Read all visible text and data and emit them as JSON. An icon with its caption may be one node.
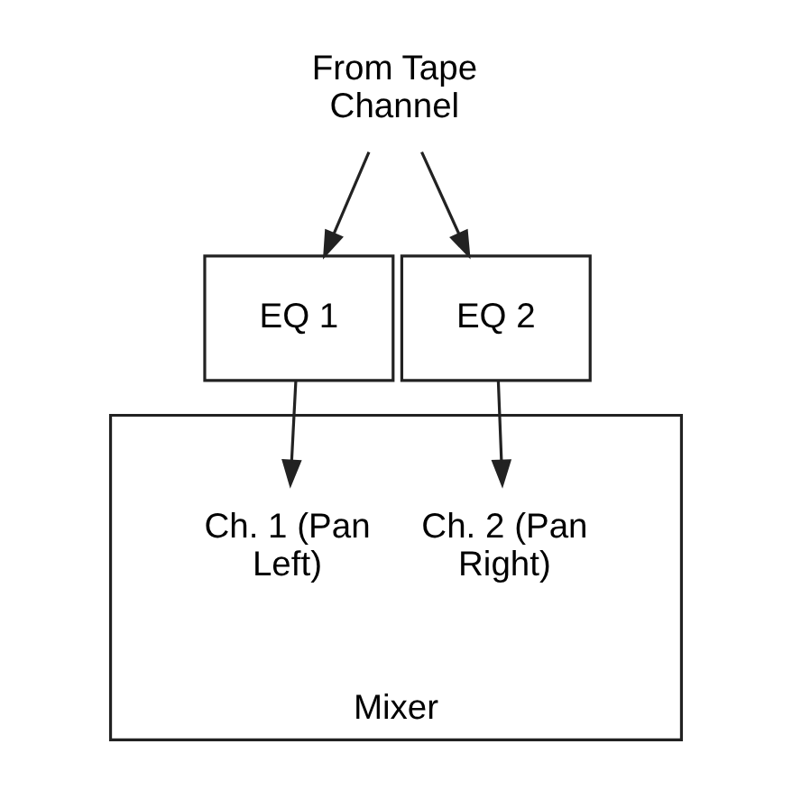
{
  "diagram": {
    "nodes": [
      {
        "text": [
          "From Tape Channel"
        ]
      },
      {
        "text": [
          "EQ 1"
        ]
      },
      {
        "text": [
          "EQ 2"
        ]
      },
      {
        "text": [
          "Mixer"
        ]
      },
      {
        "text": [
          "Ch. 1 (Pan Left)"
        ],
        "in": 3
      },
      {
        "text": [
          "Ch. 2 (Pan Right)"
        ],
        "in": 3
      }
    ],
    "edges": [
      {
        "from": 0,
        "to": 1,
        "arrow": "to"
      },
      {
        "from": 0,
        "to": 2,
        "arrow": "to"
      },
      {
        "from": 1,
        "to": 4,
        "arrow": "to"
      },
      {
        "from": 2,
        "to": 5,
        "arrow": "to"
      }
    ]
  }
}
